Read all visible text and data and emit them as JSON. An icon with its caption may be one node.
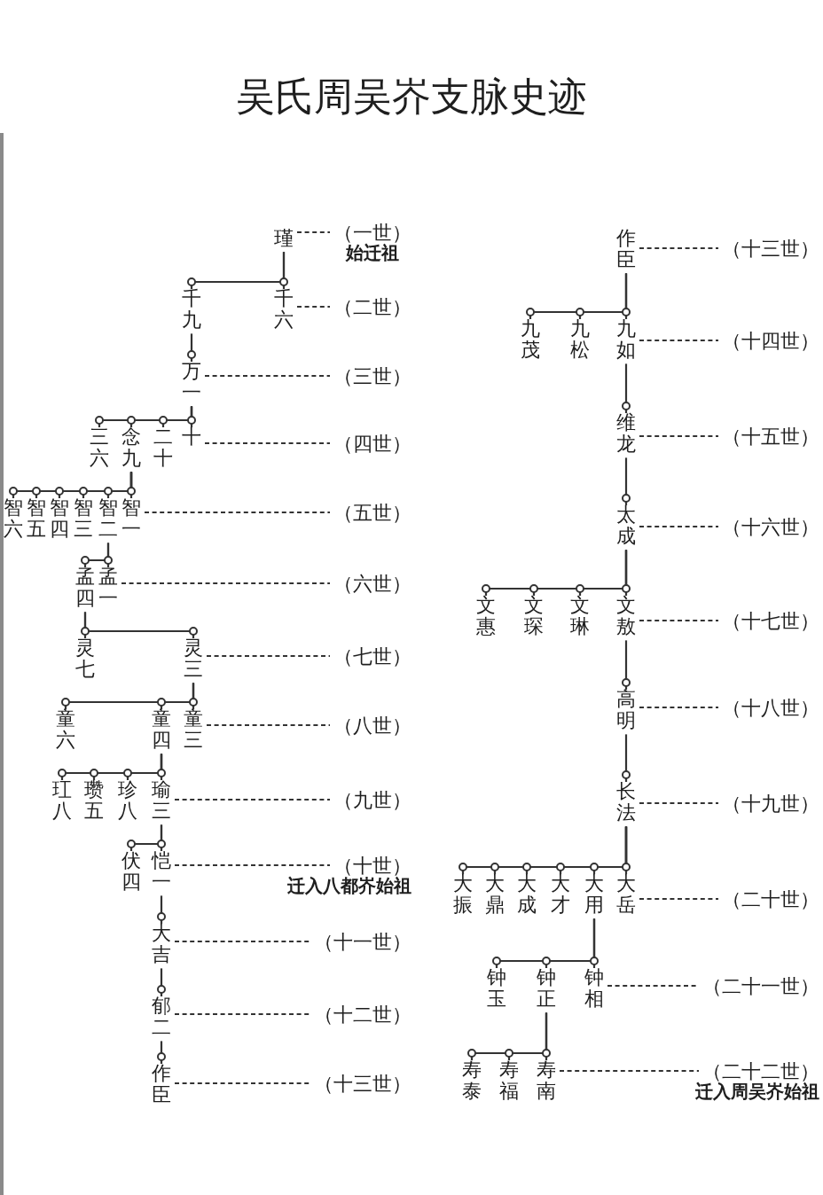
{
  "diagram": {
    "title": "吴氏周吴岕支脉史迹",
    "nodes": [
      {
        "text": [
          "瑾"
        ]
      },
      {
        "text": [
          "（一世）"
        ],
        "beside": [
          "始迁祖"
        ]
      },
      {
        "text": [
          "千九"
        ]
      },
      {
        "text": [
          "千六"
        ]
      },
      {
        "text": [
          "（二世）"
        ]
      },
      {
        "text": [
          "万一"
        ]
      },
      {
        "text": [
          "（三世）"
        ]
      },
      {
        "text": [
          "三六"
        ]
      },
      {
        "text": [
          "念九"
        ]
      },
      {
        "text": [
          "二十"
        ]
      },
      {
        "text": [
          "十"
        ]
      },
      {
        "text": [
          "（四世）"
        ]
      },
      {
        "text": [
          "智六"
        ]
      },
      {
        "text": [
          "智五"
        ]
      },
      {
        "text": [
          "智四"
        ]
      },
      {
        "text": [
          "智三"
        ]
      },
      {
        "text": [
          "智二"
        ]
      },
      {
        "text": [
          "智一"
        ]
      },
      {
        "text": [
          "（五世）"
        ]
      },
      {
        "text": [
          "孟四"
        ]
      },
      {
        "text": [
          "孟一"
        ]
      },
      {
        "text": [
          "（六世）"
        ]
      },
      {
        "text": [
          "灵七"
        ]
      },
      {
        "text": [
          "灵三"
        ]
      },
      {
        "text": [
          "（七世）"
        ]
      },
      {
        "text": [
          "童六"
        ]
      },
      {
        "text": [
          "童四"
        ]
      },
      {
        "text": [
          "童三"
        ]
      },
      {
        "text": [
          "（八世）"
        ]
      },
      {
        "text": [
          "玒八"
        ]
      },
      {
        "text": [
          "瓒五"
        ]
      },
      {
        "text": [
          "珍八"
        ]
      },
      {
        "text": [
          "瑜三"
        ]
      },
      {
        "text": [
          "（九世）"
        ]
      },
      {
        "text": [
          "伏四"
        ]
      },
      {
        "text": [
          "恺一"
        ]
      },
      {
        "text": [
          "（十世）"
        ],
        "beside": [
          "迁入八都岕始祖"
        ]
      },
      {
        "text": [
          "大吉"
        ]
      },
      {
        "text": [
          "（十一世）"
        ]
      },
      {
        "text": [
          "郁二"
        ]
      },
      {
        "text": [
          "（十二世）"
        ]
      },
      {
        "text": [
          "作臣"
        ]
      },
      {
        "text": [
          "（十三世）"
        ]
      },
      {
        "text": [
          "作臣"
        ]
      },
      {
        "text": [
          "（十三世）"
        ]
      },
      {
        "text": [
          "九茂"
        ]
      },
      {
        "text": [
          "九松"
        ]
      },
      {
        "text": [
          "九如"
        ]
      },
      {
        "text": [
          "（十四世）"
        ]
      },
      {
        "text": [
          "维龙"
        ]
      },
      {
        "text": [
          "（十五世）"
        ]
      },
      {
        "text": [
          "太成"
        ]
      },
      {
        "text": [
          "（十六世）"
        ]
      },
      {
        "text": [
          "文惠"
        ]
      },
      {
        "text": [
          "文琛"
        ]
      },
      {
        "text": [
          "文琳"
        ]
      },
      {
        "text": [
          "文敖"
        ]
      },
      {
        "text": [
          "（十七世）"
        ]
      },
      {
        "text": [
          "高明"
        ]
      },
      {
        "text": [
          "（十八世）"
        ]
      },
      {
        "text": [
          "长法"
        ]
      },
      {
        "text": [
          "（十九世）"
        ]
      },
      {
        "text": [
          "大振"
        ]
      },
      {
        "text": [
          "大鼎"
        ]
      },
      {
        "text": [
          "大成"
        ]
      },
      {
        "text": [
          "大才"
        ]
      },
      {
        "text": [
          "大用"
        ]
      },
      {
        "text": [
          "大岳"
        ]
      },
      {
        "text": [
          "（二十世）"
        ]
      },
      {
        "text": [
          "钟玉"
        ]
      },
      {
        "text": [
          "钟正"
        ]
      },
      {
        "text": [
          "钟相"
        ]
      },
      {
        "text": [
          "（二十一世）"
        ]
      },
      {
        "text": [
          "寿泰"
        ]
      },
      {
        "text": [
          "寿福"
        ]
      },
      {
        "text": [
          "寿南"
        ]
      },
      {
        "text": [
          "（二十二世）"
        ],
        "beside": [
          "迁入周吴岕始祖"
        ]
      }
    ],
    "edges": [
      {
        "from": 0,
        "to": 1,
        "arrow": "none",
        "style": "dashed"
      },
      {
        "from": 0,
        "to": 2,
        "arrow": "other"
      },
      {
        "from": 0,
        "to": 3,
        "arrow": "other"
      },
      {
        "from": 3,
        "to": 4,
        "arrow": "none",
        "style": "dashed"
      },
      {
        "from": 2,
        "to": 5,
        "arrow": "other"
      },
      {
        "from": 5,
        "to": 6,
        "arrow": "none",
        "style": "dashed"
      },
      {
        "from": 5,
        "to": 7,
        "arrow": "other"
      },
      {
        "from": 5,
        "to": 8,
        "arrow": "other"
      },
      {
        "from": 5,
        "to": 9,
        "arrow": "other"
      },
      {
        "from": 5,
        "to": 10,
        "arrow": "other"
      },
      {
        "from": 10,
        "to": 11,
        "arrow": "none",
        "style": "dashed"
      },
      {
        "from": 8,
        "to": 12,
        "arrow": "other"
      },
      {
        "from": 8,
        "to": 13,
        "arrow": "other"
      },
      {
        "from": 8,
        "to": 14,
        "arrow": "other"
      },
      {
        "from": 8,
        "to": 15,
        "arrow": "other"
      },
      {
        "from": 8,
        "to": 16,
        "arrow": "other"
      },
      {
        "from": 8,
        "to": 17,
        "arrow": "other"
      },
      {
        "from": 17,
        "to": 18,
        "arrow": "none",
        "style": "dashed"
      },
      {
        "from": 16,
        "to": 19,
        "arrow": "other"
      },
      {
        "from": 16,
        "to": 20,
        "arrow": "other"
      },
      {
        "from": 20,
        "to": 21,
        "arrow": "none",
        "style": "dashed"
      },
      {
        "from": 19,
        "to": 22,
        "arrow": "other"
      },
      {
        "from": 19,
        "to": 23,
        "arrow": "other"
      },
      {
        "from": 23,
        "to": 24,
        "arrow": "none",
        "style": "dashed"
      },
      {
        "from": 23,
        "to": 25,
        "arrow": "other"
      },
      {
        "from": 23,
        "to": 26,
        "arrow": "other"
      },
      {
        "from": 23,
        "to": 27,
        "arrow": "other"
      },
      {
        "from": 27,
        "to": 28,
        "arrow": "none",
        "style": "dashed"
      },
      {
        "from": 26,
        "to": 29,
        "arrow": "other"
      },
      {
        "from": 26,
        "to": 30,
        "arrow": "other"
      },
      {
        "from": 26,
        "to": 31,
        "arrow": "other"
      },
      {
        "from": 26,
        "to": 32,
        "arrow": "other"
      },
      {
        "from": 32,
        "to": 33,
        "arrow": "none",
        "style": "dashed"
      },
      {
        "from": 32,
        "to": 34,
        "arrow": "other"
      },
      {
        "from": 32,
        "to": 35,
        "arrow": "other"
      },
      {
        "from": 35,
        "to": 36,
        "arrow": "none",
        "style": "dashed"
      },
      {
        "from": 35,
        "to": 37,
        "arrow": "other"
      },
      {
        "from": 37,
        "to": 38,
        "arrow": "none",
        "style": "dashed"
      },
      {
        "from": 37,
        "to": 39,
        "arrow": "other"
      },
      {
        "from": 39,
        "to": 40,
        "arrow": "none",
        "style": "dashed"
      },
      {
        "from": 39,
        "to": 41,
        "arrow": "other"
      },
      {
        "from": 41,
        "to": 42,
        "arrow": "none",
        "style": "dashed"
      },
      {
        "from": 43,
        "to": 44,
        "arrow": "none",
        "style": "dashed"
      },
      {
        "from": 43,
        "to": 45,
        "arrow": "other"
      },
      {
        "from": 43,
        "to": 46,
        "arrow": "other"
      },
      {
        "from": 43,
        "to": 47,
        "arrow": "other"
      },
      {
        "from": 47,
        "to": 48,
        "arrow": "none",
        "style": "dashed"
      },
      {
        "from": 47,
        "to": 49,
        "arrow": "other"
      },
      {
        "from": 49,
        "to": 50,
        "arrow": "none",
        "style": "dashed"
      },
      {
        "from": 49,
        "to": 51,
        "arrow": "other"
      },
      {
        "from": 51,
        "to": 52,
        "arrow": "none",
        "style": "dashed"
      },
      {
        "from": 51,
        "to": 53,
        "arrow": "other"
      },
      {
        "from": 51,
        "to": 54,
        "arrow": "other"
      },
      {
        "from": 51,
        "to": 55,
        "arrow": "other"
      },
      {
        "from": 51,
        "to": 56,
        "arrow": "other"
      },
      {
        "from": 56,
        "to": 57,
        "arrow": "none",
        "style": "dashed"
      },
      {
        "from": 56,
        "to": 58,
        "arrow": "other"
      },
      {
        "from": 58,
        "to": 59,
        "arrow": "none",
        "style": "dashed"
      },
      {
        "from": 58,
        "to": 60,
        "arrow": "other"
      },
      {
        "from": 60,
        "to": 61,
        "arrow": "none",
        "style": "dashed"
      },
      {
        "from": 60,
        "to": 62,
        "arrow": "other"
      },
      {
        "from": 60,
        "to": 63,
        "arrow": "other"
      },
      {
        "from": 60,
        "to": 64,
        "arrow": "other"
      },
      {
        "from": 60,
        "to": 65,
        "arrow": "other"
      },
      {
        "from": 60,
        "to": 66,
        "arrow": "other"
      },
      {
        "from": 60,
        "to": 67,
        "arrow": "other"
      },
      {
        "from": 67,
        "to": 68,
        "arrow": "none",
        "style": "dashed"
      },
      {
        "from": 66,
        "to": 69,
        "arrow": "other"
      },
      {
        "from": 66,
        "to": 70,
        "arrow": "other"
      },
      {
        "from": 66,
        "to": 71,
        "arrow": "other"
      },
      {
        "from": 71,
        "to": 72,
        "arrow": "none",
        "style": "dashed"
      },
      {
        "from": 70,
        "to": 73,
        "arrow": "other"
      },
      {
        "from": 70,
        "to": 74,
        "arrow": "other"
      },
      {
        "from": 70,
        "to": 75,
        "arrow": "other"
      },
      {
        "from": 75,
        "to": 76,
        "arrow": "none",
        "style": "dashed"
      }
    ]
  }
}
